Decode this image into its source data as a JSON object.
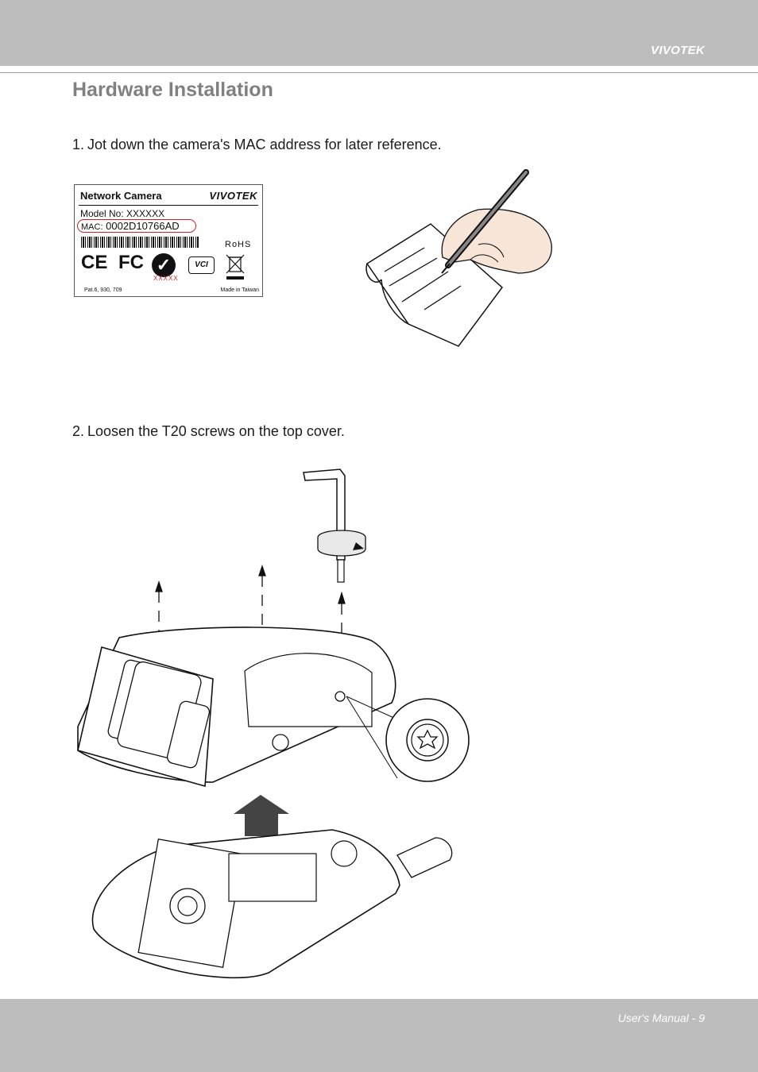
{
  "header": {
    "brand": "VIVOTEK"
  },
  "title": "Hardware Installation",
  "steps": [
    {
      "num": "1.",
      "text": "Jot down the camera's MAC address for later reference."
    },
    {
      "num": "2.",
      "text": "Loosen the T20 screws on the top cover."
    }
  ],
  "label": {
    "title": "Network Camera",
    "logo": "VIVOTEK",
    "model_prefix": "Model No:",
    "model_value": "XXXXXX",
    "mac_prefix": "MAC:",
    "mac_value": "0002D10766AD",
    "rohs": "RoHS",
    "ce": "CE",
    "fc": "FC",
    "ctick": "✓",
    "code": "XXXXX",
    "vcci": "VCI",
    "patent": "Pat.6, 930, 709",
    "made_in": "Made in Taiwan",
    "accent_color": "#d21f1f"
  },
  "footer": {
    "page_text": "User's Manual - 9"
  }
}
